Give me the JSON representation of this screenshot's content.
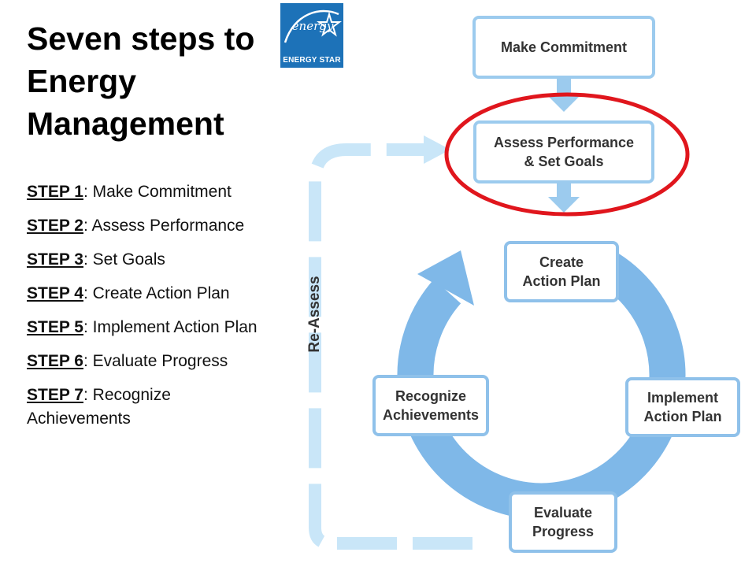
{
  "title": "Seven steps to Energy Management",
  "logo": {
    "script_text": "energy",
    "label": "ENERGY STAR"
  },
  "steps": [
    {
      "num": "STEP 1",
      "sep": ": ",
      "desc": "Make Commitment"
    },
    {
      "num": "STEP 2",
      "sep": ": ",
      "desc": "Assess Performance"
    },
    {
      "num": "STEP 3",
      "sep": ": ",
      "desc": "Set Goals"
    },
    {
      "num": "STEP 4",
      "sep": ": ",
      "desc": "Create Action Plan"
    },
    {
      "num": "STEP 5",
      "sep": ": ",
      "desc": "Implement Action Plan"
    },
    {
      "num": "STEP 6",
      "sep": ": ",
      "desc": "Evaluate Progress"
    },
    {
      "num": "STEP 7",
      "sep": ": ",
      "desc": "Recognize Achievements"
    }
  ],
  "diagram": {
    "nodes": {
      "commit": "Make Commitment",
      "assess_1": "Assess Performance",
      "assess_2": "& Set Goals",
      "create_1": "Create",
      "create_2": "Action Plan",
      "implement_1": "Implement",
      "implement_2": "Action Plan",
      "evaluate_1": "Evaluate",
      "evaluate_2": "Progress",
      "recognize_1": "Recognize",
      "recognize_2": "Achievements"
    },
    "loop_label": "Re-Assess",
    "colors": {
      "box_border": "#8fc1ea",
      "cycle_ring": "#7fb8e8",
      "arrow": "#9ccbee",
      "dashed_path": "#c9e6f8",
      "highlight": "#e0161d",
      "logo_blue": "#1d72b8"
    }
  }
}
